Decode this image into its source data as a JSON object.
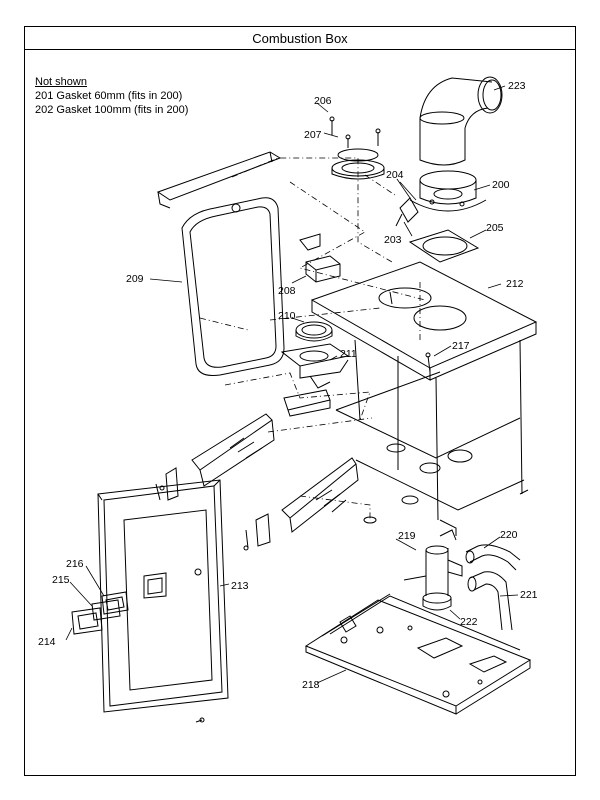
{
  "title": "Combustion Box",
  "notes": {
    "header": "Not shown",
    "lines": [
      "201 Gasket 60mm (fits in 200)",
      "202 Gasket 100mm (fits in 200)"
    ]
  },
  "parts": {
    "p200": "200",
    "p203": "203",
    "p204": "204",
    "p205": "205",
    "p206": "206",
    "p207": "207",
    "p208": "208",
    "p209": "209",
    "p210": "210",
    "p211": "211",
    "p212": "212",
    "p213": "213",
    "p214": "214",
    "p215": "215",
    "p216": "216",
    "p217": "217",
    "p218": "218",
    "p219": "219",
    "p220": "220",
    "p221": "221",
    "p222": "222",
    "p223": "223"
  }
}
